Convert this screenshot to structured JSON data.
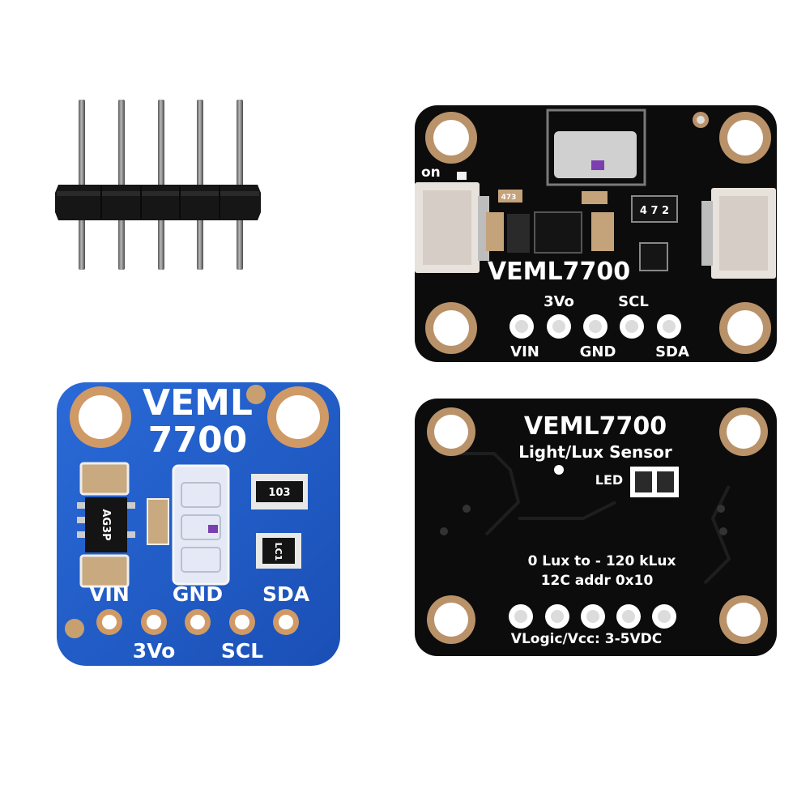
{
  "colors": {
    "background": "#ffffff",
    "blue_board": "#1f5bc9",
    "black_board": "#0c0c0c",
    "silkscreen": "#ffffff",
    "gold_pad": "#c89b6a",
    "pin_metal": "#8a8a8a",
    "header_plastic": "#1a1a1a"
  },
  "header_pins": {
    "pin_count": 5
  },
  "stemma_board_front": {
    "title": "VEML7700",
    "led_label": "on",
    "pin_labels_top": [
      "3Vo",
      "SCL"
    ],
    "pin_labels_bottom": [
      "VIN",
      "GND",
      "SDA"
    ],
    "resistor_text": "4 7 2",
    "small_chip_text": "473"
  },
  "blue_board": {
    "title_line1": "VEML",
    "title_line2": "7700",
    "pin_labels_top": [
      "VIN",
      "GND",
      "SDA"
    ],
    "pin_labels_bottom": [
      "3Vo",
      "SCL"
    ],
    "resistor_text": "103",
    "regulator_text": "AG3P",
    "small_chip_text": "LC1"
  },
  "stemma_board_back": {
    "title": "VEML7700",
    "subtitle": "Light/Lux Sensor",
    "led_label": "LED",
    "range_text": "0 Lux to - 120 kLux",
    "addr_text": "12C addr 0x10",
    "voltage_text": "VLogic/Vcc: 3-5VDC"
  }
}
